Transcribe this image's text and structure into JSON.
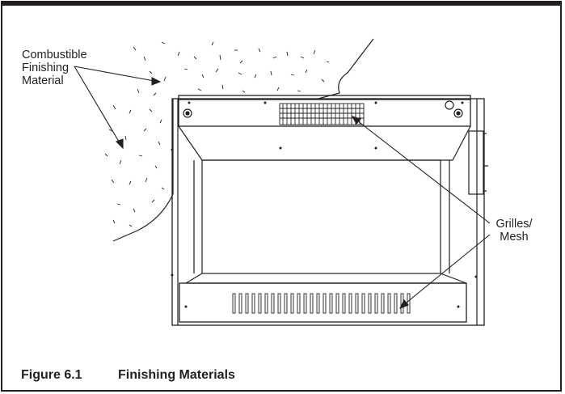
{
  "labels": {
    "combustible": [
      "Combustible",
      "Finishing",
      "Material"
    ],
    "grilles": [
      "Grilles/",
      "Mesh"
    ]
  },
  "caption": {
    "number": "Figure 6.1",
    "title": "Finishing Materials"
  },
  "colors": {
    "ink": "#231f20",
    "background": "#ffffff"
  }
}
